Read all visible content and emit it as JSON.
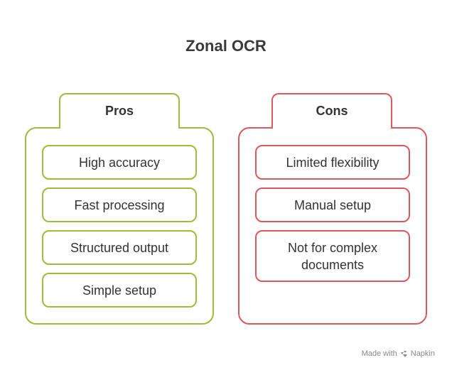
{
  "title": "Zonal OCR",
  "pros": {
    "heading": "Pros",
    "color": "#9ebb3a",
    "items": [
      "High accuracy",
      "Fast processing",
      "Structured output",
      "Simple setup"
    ]
  },
  "cons": {
    "heading": "Cons",
    "color": "#d9595c",
    "items": [
      "Limited flexibility",
      "Manual setup",
      "Not for complex documents"
    ]
  },
  "footer": {
    "made_with": "Made with",
    "brand": "Napkin",
    "icon": "napkin-logo-icon"
  }
}
